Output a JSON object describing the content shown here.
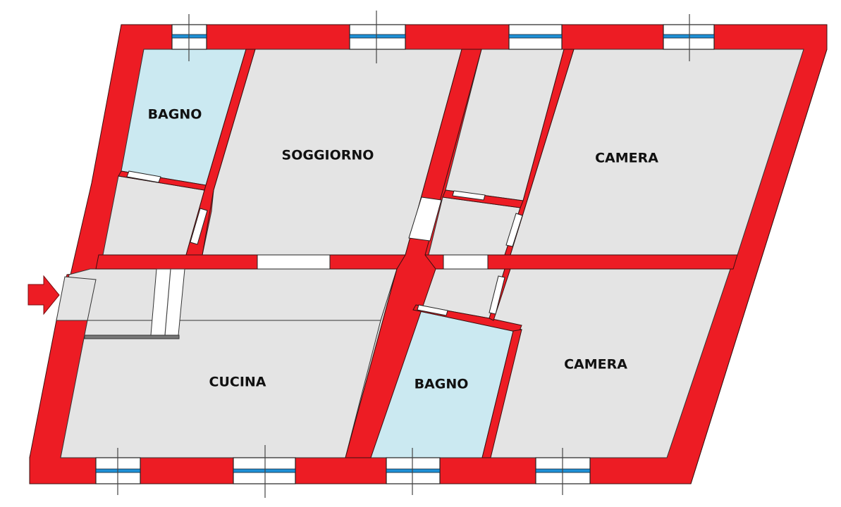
{
  "plan": {
    "colors": {
      "wall": "#ed1c24",
      "room": "#e4e4e4",
      "bathroom": "#cbe9f1",
      "window_glass": "#1e90d6",
      "opening": "#ffffff"
    },
    "rooms": [
      {
        "id": "bagno-1",
        "label": "BAGNO",
        "type": "bathroom"
      },
      {
        "id": "soggiorno",
        "label": "SOGGIORNO",
        "type": "room"
      },
      {
        "id": "camera-1",
        "label": "CAMERA",
        "type": "room"
      },
      {
        "id": "cucina",
        "label": "CUCINA",
        "type": "room"
      },
      {
        "id": "bagno-2",
        "label": "BAGNO",
        "type": "bathroom"
      },
      {
        "id": "camera-2",
        "label": "CAMERA",
        "type": "room"
      }
    ],
    "entrance": {
      "icon": "entrance-arrow-icon"
    },
    "windows_top_count": 4,
    "windows_bottom_count": 4
  }
}
